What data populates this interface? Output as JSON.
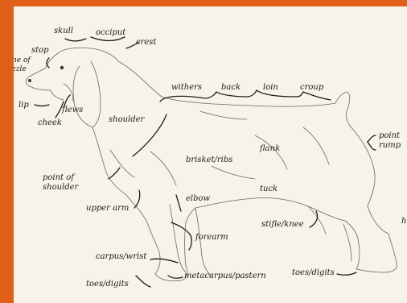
{
  "diagram": {
    "labels": {
      "skull": "skull",
      "occiput": "occiput",
      "crest": "crest",
      "stop": "stop",
      "plane_of_muzzle_1": "ne of",
      "plane_of_muzzle_2": "zzle",
      "lip": "lip",
      "cheek": "cheek",
      "flews": "flews",
      "withers": "withers",
      "back": "back",
      "loin": "loin",
      "croup": "croup",
      "shoulder": "shoulder",
      "point_of_rump_1": "point",
      "point_of_rump_2": "rump",
      "flank": "flank",
      "brisket": "brisket/ribs",
      "point_of_shoulder_1": "point of",
      "point_of_shoulder_2": "shoulder",
      "tuck": "tuck",
      "elbow": "elbow",
      "upper_arm": "upper arm",
      "stifle": "stifle/knee",
      "hock": "h",
      "forearm": "forearm",
      "carpus": "carpus/wrist",
      "toes_rear": "toes/digits",
      "toes_front": "toes/digits",
      "metacarpus": "metacarpus/pastern"
    },
    "colors": {
      "frame": "#e0601a",
      "paper": "#f7f3e8",
      "ink": "#1d1b18"
    }
  }
}
